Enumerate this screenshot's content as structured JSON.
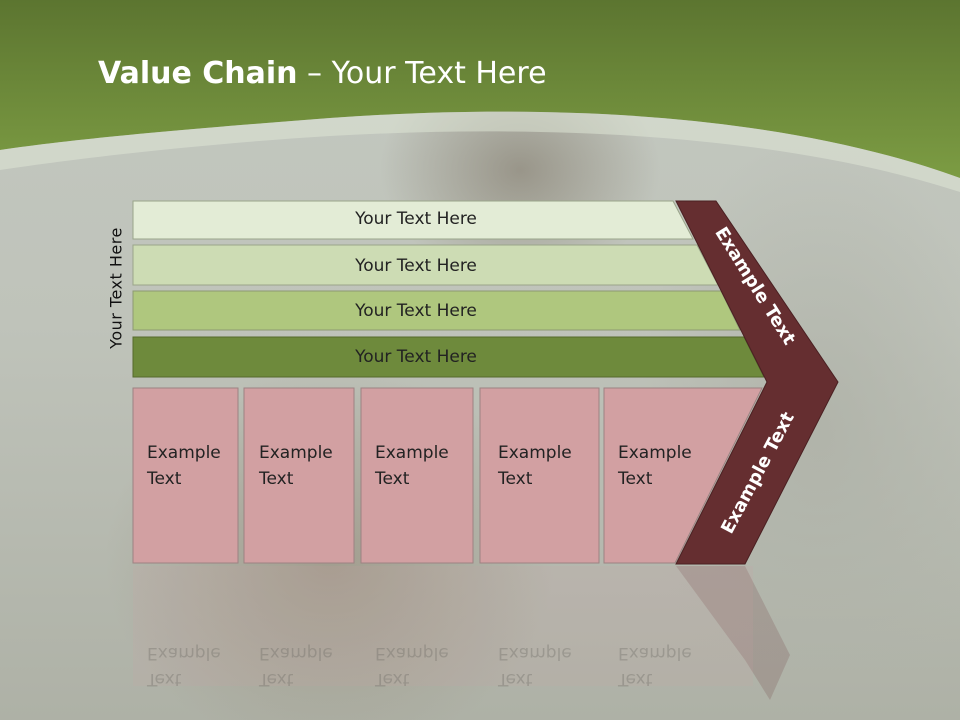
{
  "slide": {
    "title_bold": "Value Chain",
    "title_rest": " – Your Text Here",
    "side_label": "Your Text Here"
  },
  "bars": [
    {
      "label": "Your Text Here",
      "color": "#e3ecd6"
    },
    {
      "label": "Your Text Here",
      "color": "#cddcb4"
    },
    {
      "label": "Your Text Here",
      "color": "#afc77e"
    },
    {
      "label": "Your Text Here",
      "color": "#6e8a3c"
    }
  ],
  "boxes": [
    {
      "line1": "Example",
      "line2": "Text"
    },
    {
      "line1": "Example",
      "line2": "Text"
    },
    {
      "line1": "Example",
      "line2": "Text"
    },
    {
      "line1": "Example",
      "line2": "Text"
    },
    {
      "line1": "Example",
      "line2": "Text"
    }
  ],
  "chevron": {
    "upper": "Example Text",
    "lower": "Example Text",
    "color": "#652e30"
  },
  "colors": {
    "header_green": "#6f8f3a",
    "box_pink": "#d2a0a2"
  }
}
